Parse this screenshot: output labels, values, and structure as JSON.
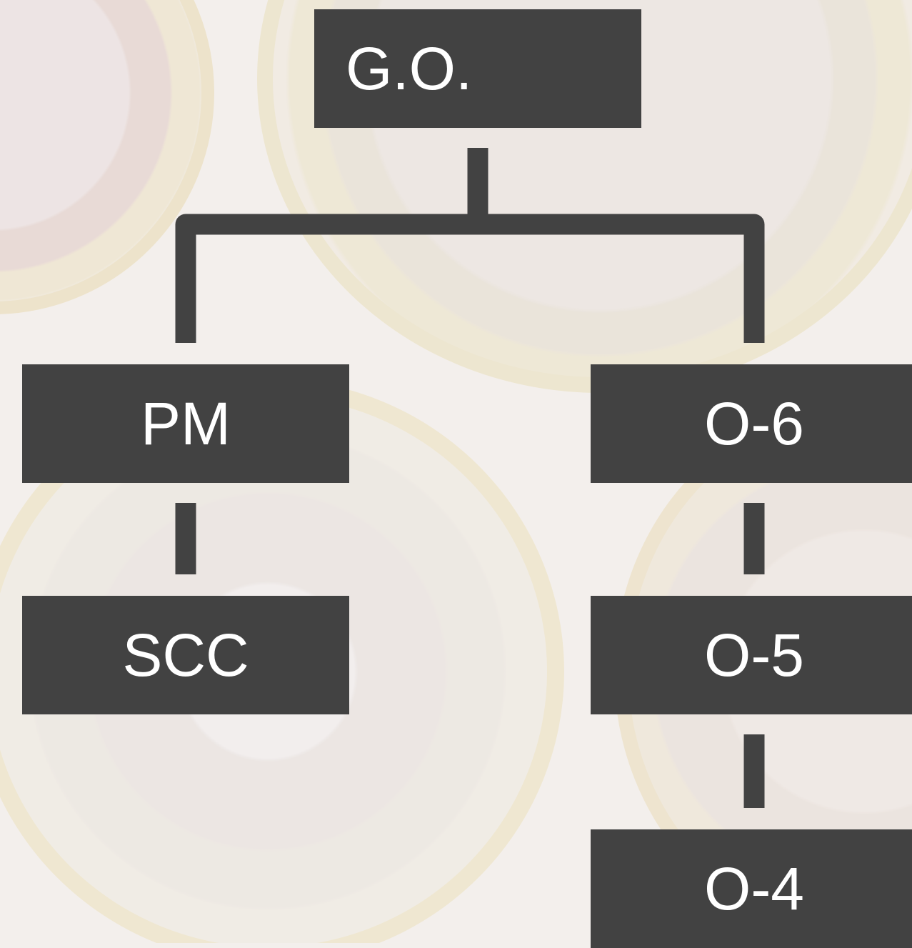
{
  "diagram": {
    "nodes": {
      "go": {
        "label": "G.O."
      },
      "pm": {
        "label": "PM"
      },
      "scc": {
        "label": "SCC"
      },
      "o6": {
        "label": "O-6"
      },
      "o5": {
        "label": "O-5"
      },
      "o4": {
        "label": "O-4"
      }
    },
    "edges": [
      {
        "from": "go",
        "to": "pm"
      },
      {
        "from": "go",
        "to": "o6"
      },
      {
        "from": "pm",
        "to": "scc"
      },
      {
        "from": "o6",
        "to": "o5"
      },
      {
        "from": "o5",
        "to": "o4"
      }
    ],
    "colors": {
      "node_fill": "#424242",
      "node_text": "#ffffff",
      "connector": "#424242"
    }
  }
}
